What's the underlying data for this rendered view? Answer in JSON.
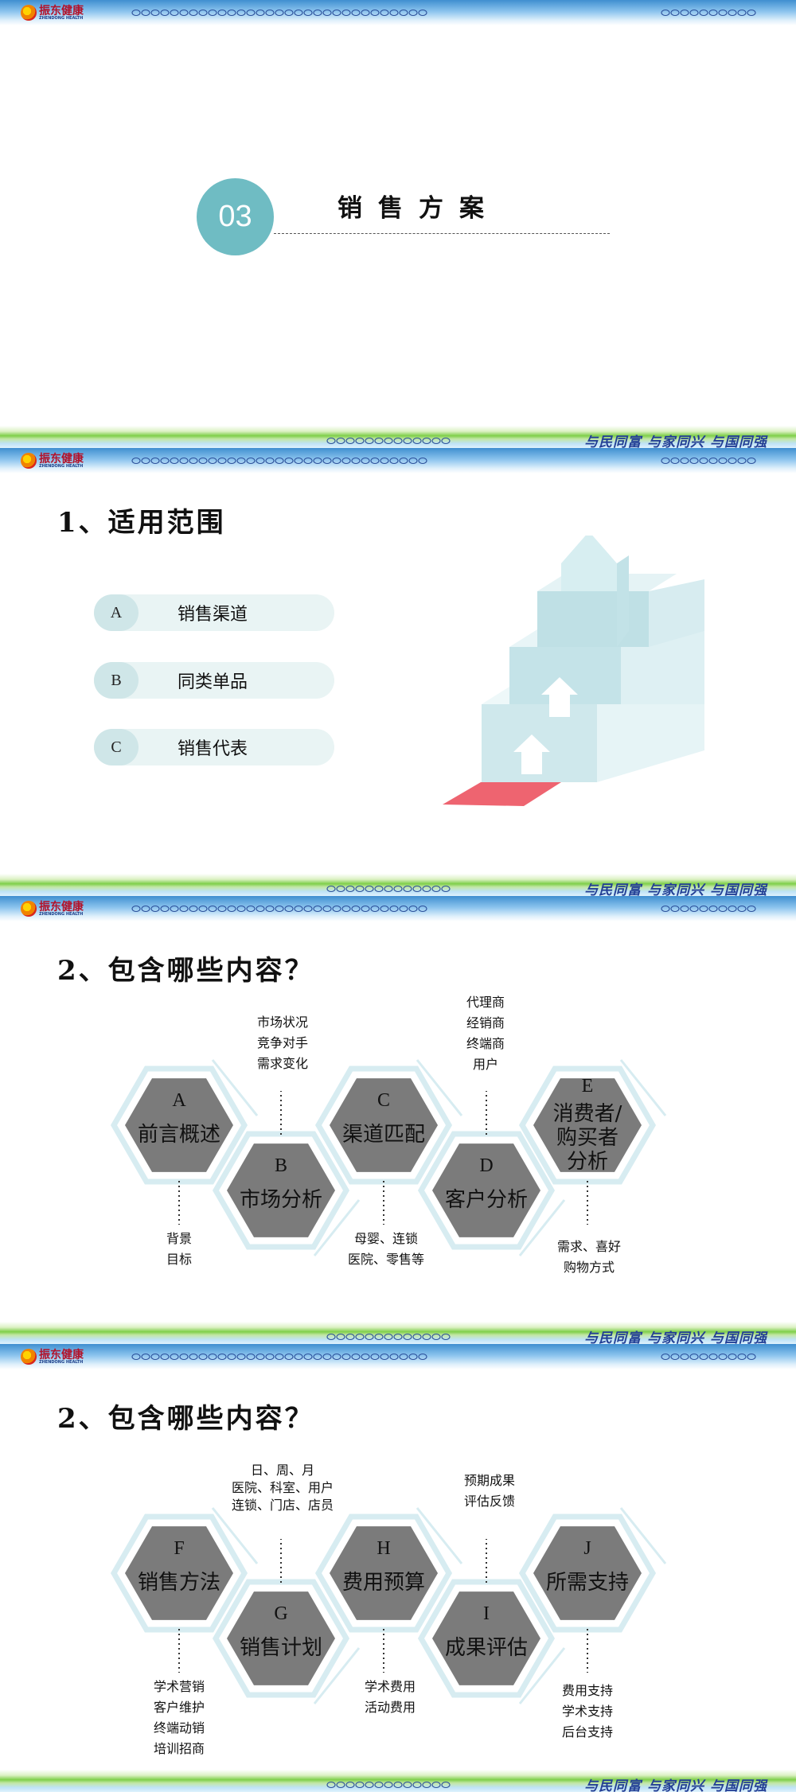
{
  "brand": {
    "name_cn": "振东健康",
    "name_en": "ZHENDONG HEALTH",
    "slogan": "与民同富 与家同兴 与国同强"
  },
  "colors": {
    "teal": "#6fbcc3",
    "hex_fill": "#7b7b7b",
    "hex_ring": "#d7ecf1",
    "red_carpet": "#ee6470"
  },
  "slide1": {
    "number": "03",
    "title": "销售方案"
  },
  "slide2": {
    "heading": "1、适用范围",
    "items": [
      {
        "badge": "A",
        "label": "销售渠道"
      },
      {
        "badge": "B",
        "label": "同类单品"
      },
      {
        "badge": "C",
        "label": "销售代表"
      }
    ],
    "illustration": "up-arrow-stairs-icon"
  },
  "slide3": {
    "heading": "2、包含哪些内容？",
    "hexes": [
      {
        "letter": "A",
        "label": [
          "前言概述"
        ]
      },
      {
        "letter": "B",
        "label": [
          "市场分析"
        ]
      },
      {
        "letter": "C",
        "label": [
          "渠道匹配"
        ]
      },
      {
        "letter": "D",
        "label": [
          "客户分析"
        ]
      },
      {
        "letter": "E",
        "label": [
          "消费者/",
          "购买者",
          "分析"
        ]
      }
    ],
    "notes": {
      "a": [
        "背景",
        "目标"
      ],
      "b": [
        "市场状况",
        "竞争对手",
        "需求变化"
      ],
      "c": [
        "母婴、连锁",
        "医院、零售等"
      ],
      "d": [
        "代理商",
        "经销商",
        "终端商",
        "用户"
      ],
      "e": [
        "需求、喜好",
        "购物方式"
      ]
    }
  },
  "slide4": {
    "heading": "2、包含哪些内容？",
    "hexes": [
      {
        "letter": "F",
        "label": [
          "销售方法"
        ]
      },
      {
        "letter": "G",
        "label": [
          "销售计划"
        ]
      },
      {
        "letter": "H",
        "label": [
          "费用预算"
        ]
      },
      {
        "letter": "I",
        "label": [
          "成果评估"
        ]
      },
      {
        "letter": "J",
        "label": [
          "所需支持"
        ]
      }
    ],
    "notes": {
      "f": [
        "学术营销",
        "客户维护",
        "终端动销",
        "培训招商"
      ],
      "g": [
        "日、周、月",
        "医院、科室、用户",
        "连锁、门店、店员"
      ],
      "h": [
        "学术费用",
        "活动费用"
      ],
      "i": [
        "预期成果",
        "评估反馈"
      ],
      "j": [
        "费用支持",
        "学术支持",
        "后台支持"
      ]
    }
  }
}
